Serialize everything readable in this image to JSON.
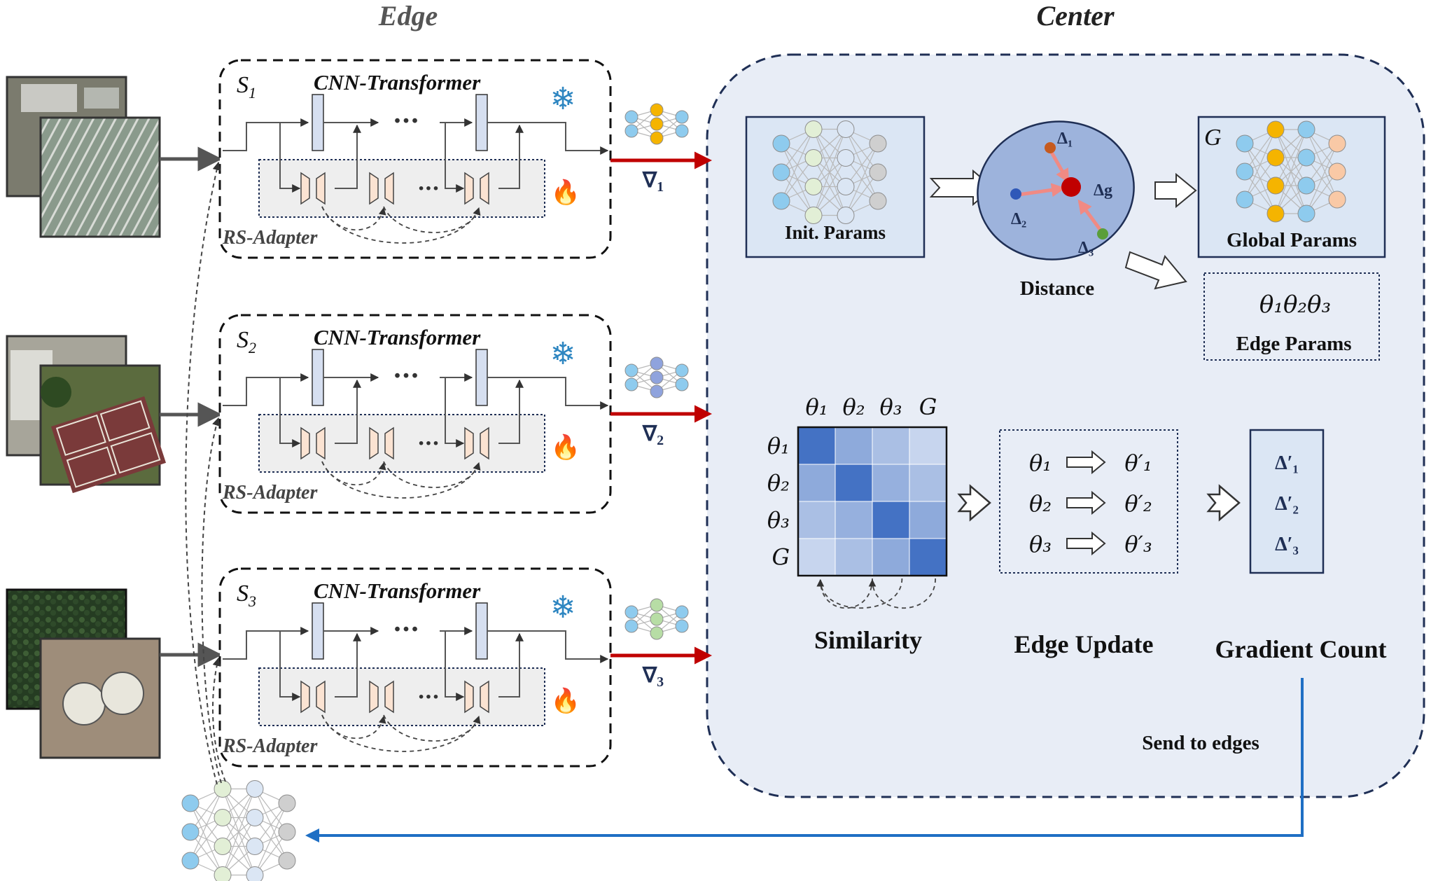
{
  "section_titles": {
    "edge": "Edge",
    "center": "Center"
  },
  "edges": [
    {
      "id": "S",
      "sub": "1",
      "model_label": "CNN-Transformer",
      "adapter_label": "RS-Adapter",
      "grad_symbol": "∇",
      "grad_sub": "1"
    },
    {
      "id": "S",
      "sub": "2",
      "model_label": "CNN-Transformer",
      "adapter_label": "RS-Adapter",
      "grad_symbol": "∇",
      "grad_sub": "2"
    },
    {
      "id": "S",
      "sub": "3",
      "model_label": "CNN-Transformer",
      "adapter_label": "RS-Adapter",
      "grad_symbol": "∇",
      "grad_sub": "3"
    }
  ],
  "dots": "···",
  "center": {
    "init_params": "Init. Params",
    "distance": "Distance",
    "global_params_prefix": "G",
    "global_params": "Global Params",
    "edge_params": "Edge Params",
    "edge_params_symbols": "θ₁θ₂θ₃",
    "deltas": {
      "d1": "Δ₁",
      "d2": "Δ₂",
      "d3": "Δ₃",
      "dg": "Δg"
    },
    "similarity": {
      "label": "Similarity",
      "col_headers": [
        "θ₁",
        "θ₂",
        "θ₃",
        "G"
      ],
      "row_headers": [
        "θ₁",
        "θ₂",
        "θ₃",
        "G"
      ],
      "matrix": [
        [
          1.0,
          0.55,
          0.38,
          0.2
        ],
        [
          0.55,
          1.0,
          0.5,
          0.38
        ],
        [
          0.38,
          0.5,
          1.0,
          0.55
        ],
        [
          0.2,
          0.38,
          0.55,
          1.0
        ]
      ]
    },
    "edge_update": {
      "label": "Edge Update",
      "rows": [
        {
          "from": "θ₁",
          "to": "θ′₁"
        },
        {
          "from": "θ₂",
          "to": "θ′₂"
        },
        {
          "from": "θ₃",
          "to": "θ′₃"
        }
      ]
    },
    "gradient_count": {
      "label": "Gradient Count",
      "items": [
        "Δ′₁",
        "Δ′₂",
        "Δ′₃"
      ]
    },
    "send_to_edges": "Send to edges"
  },
  "colors": {
    "center_bg": "#e8edf6",
    "center_border": "#1f2f55",
    "red_arrow": "#c00000",
    "blue_line": "#1f6fc4",
    "adapter_fill": "#fbe3d2",
    "transformer_fill": "#d6dff0",
    "matrix_dark": "#4472c4"
  }
}
